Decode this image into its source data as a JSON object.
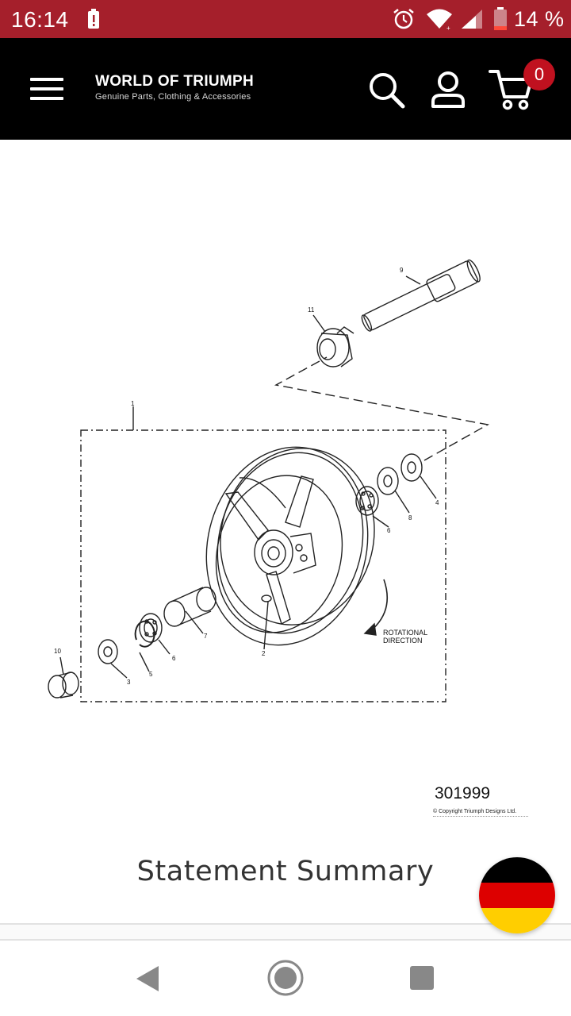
{
  "status_bar": {
    "time": "16:14",
    "battery_percent": "14 %",
    "icons": [
      "alert-icon",
      "alarm-icon",
      "wifi-icon",
      "signal-icon",
      "battery-icon"
    ]
  },
  "header": {
    "brand_title": "WORLD OF TRIUMPH",
    "brand_subtitle": "Genuine Parts, Clothing & Accessories",
    "cart_count": "0",
    "icons": [
      "menu-icon",
      "search-icon",
      "account-icon",
      "cart-icon"
    ]
  },
  "diagram": {
    "part_labels": [
      "1",
      "2",
      "3",
      "4",
      "5",
      "6",
      "6",
      "7",
      "8",
      "9",
      "10",
      "11"
    ],
    "rotation_label_line1": "ROTATIONAL",
    "rotation_label_line2": "DIRECTION",
    "diagram_number": "301999",
    "copyright": "© Copyright Triumph Designs Ltd."
  },
  "content": {
    "section_title": "Statement Summary"
  },
  "language_button": {
    "flag": "germany-flag-icon",
    "colors": [
      "#000000",
      "#dd0000",
      "#ffce00"
    ]
  },
  "nav_bar": {
    "icons": [
      "back-icon",
      "home-icon",
      "recents-icon"
    ]
  },
  "colors": {
    "status_bar": "#a51f2b",
    "header_bg": "#000000",
    "badge": "#c0111f"
  }
}
